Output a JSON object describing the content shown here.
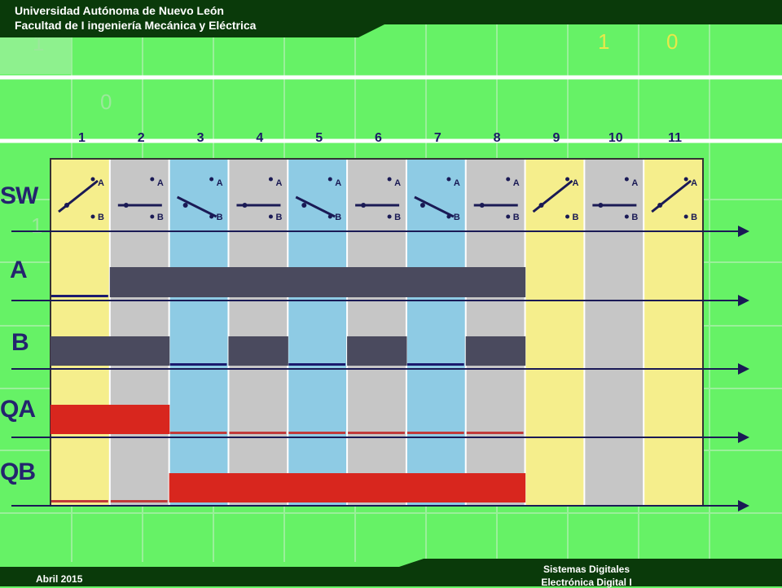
{
  "header": {
    "line1": "Universidad Autónoma de Nuevo León",
    "line2": "Facultad de I ingeniería Mecánica y Eléctrica"
  },
  "footer": {
    "date": "Abril 2015",
    "course1": "Sistemas Digitales",
    "course2": "Electrónica Digital I"
  },
  "background_digits": [
    {
      "text": "1",
      "color": "#9be89b"
    },
    {
      "text": "0",
      "color": "#9be89b"
    },
    {
      "text": "1",
      "color": "#e8e84a"
    },
    {
      "text": "0",
      "color": "#e8e84a"
    },
    {
      "text": "1",
      "color": "#9be89b"
    }
  ],
  "columns": [
    "1",
    "2",
    "3",
    "4",
    "5",
    "6",
    "7",
    "8",
    "9",
    "10",
    "11"
  ],
  "switch_positions": [
    "A",
    "off",
    "B",
    "off",
    "B",
    "off",
    "B",
    "off",
    "A",
    "off",
    "A"
  ],
  "column_colors": [
    "yellow",
    "gray",
    "blue",
    "gray",
    "blue",
    "gray",
    "blue",
    "gray",
    "yellow",
    "gray",
    "yellow"
  ],
  "switch_contact_labels": {
    "a": "A",
    "b": "B"
  },
  "rows": [
    {
      "label": "SW"
    },
    {
      "label": "A"
    },
    {
      "label": "B"
    },
    {
      "label": "QA"
    },
    {
      "label": "QB"
    }
  ],
  "signals": {
    "A": [
      0,
      1,
      1,
      1,
      1,
      1,
      1,
      1,
      null,
      null,
      null
    ],
    "B": [
      1,
      1,
      0,
      1,
      0,
      1,
      0,
      1,
      null,
      null,
      null
    ],
    "QA": [
      1,
      1,
      0,
      0,
      0,
      0,
      0,
      0,
      null,
      null,
      null
    ],
    "QB": [
      0,
      0,
      1,
      1,
      1,
      1,
      1,
      1,
      null,
      null,
      null
    ]
  },
  "colors": {
    "header_bg": "#0a3a0a",
    "background": "#66f266",
    "yellow": "#f5ee8c",
    "gray": "#c6c6c6",
    "blue": "#8ecbe4",
    "signal_high_ab": "#4a4a5e",
    "signal_low_ab": "#1a1a6e",
    "signal_high_q": "#d8261e",
    "signal_low_q": "#c03a3a",
    "switch": "#1a1a55",
    "arrow": "#1a1a55"
  }
}
